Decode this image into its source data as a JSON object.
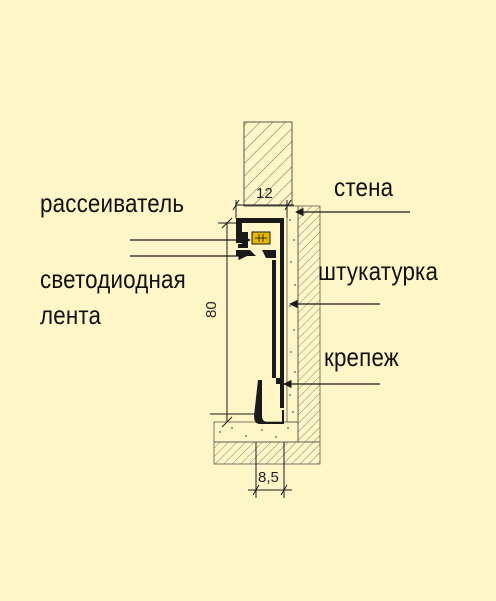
{
  "labels": {
    "diffuser": "рассеиватель",
    "wall": "стена",
    "plaster": "штукатурка",
    "led_line1": "светодиодная",
    "led_line2": "лента",
    "fastener": "крепеж"
  },
  "dimensions": {
    "top_width": "12",
    "height": "80",
    "bottom_width": "8,5"
  },
  "colors": {
    "background": "#fff6c8",
    "line": "#1a1a1a",
    "led_chip": "#e8b800"
  }
}
